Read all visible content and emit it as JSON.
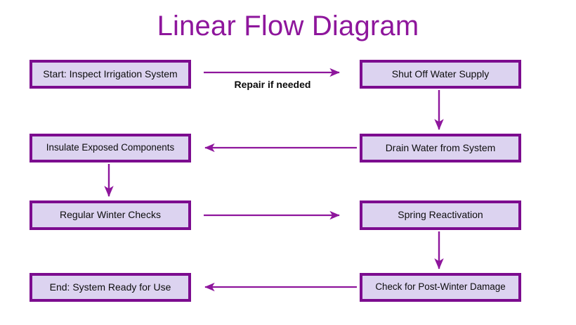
{
  "title": "Linear Flow Diagram",
  "theme": {
    "title_color": "#8E169C",
    "node_fill": "#DCD3F0",
    "node_border": "#7C0C8F",
    "node_text": "#0D0D0D",
    "arrow_color": "#8E169C",
    "background": "#FFFFFF"
  },
  "nodes": [
    {
      "id": "start-inspect",
      "label": "Start: Inspect Irrigation System",
      "column": "left",
      "row": 1
    },
    {
      "id": "shut-off-water",
      "label": "Shut Off Water Supply",
      "column": "right",
      "row": 1
    },
    {
      "id": "insulate",
      "label": "Insulate Exposed Components",
      "column": "left",
      "row": 2
    },
    {
      "id": "drain-water",
      "label": "Drain Water from System",
      "column": "right",
      "row": 2
    },
    {
      "id": "winter-checks",
      "label": "Regular Winter Checks",
      "column": "left",
      "row": 3
    },
    {
      "id": "spring-reactivation",
      "label": "Spring Reactivation",
      "column": "right",
      "row": 3
    },
    {
      "id": "end-ready",
      "label": "End: System Ready for Use",
      "column": "left",
      "row": 4
    },
    {
      "id": "check-damage",
      "label": "Check for Post-Winter Damage",
      "column": "right",
      "row": 4
    }
  ],
  "edges": [
    {
      "id": "e1",
      "from": "start-inspect",
      "to": "shut-off-water",
      "direction": "right",
      "label": "Repair if needed"
    },
    {
      "id": "e2",
      "from": "shut-off-water",
      "to": "drain-water",
      "direction": "down",
      "label": ""
    },
    {
      "id": "e3",
      "from": "drain-water",
      "to": "insulate",
      "direction": "left",
      "label": ""
    },
    {
      "id": "e4",
      "from": "insulate",
      "to": "winter-checks",
      "direction": "down",
      "label": ""
    },
    {
      "id": "e5",
      "from": "winter-checks",
      "to": "spring-reactivation",
      "direction": "right",
      "label": ""
    },
    {
      "id": "e6",
      "from": "spring-reactivation",
      "to": "check-damage",
      "direction": "down",
      "label": ""
    },
    {
      "id": "e7",
      "from": "check-damage",
      "to": "end-ready",
      "direction": "left",
      "label": ""
    }
  ]
}
